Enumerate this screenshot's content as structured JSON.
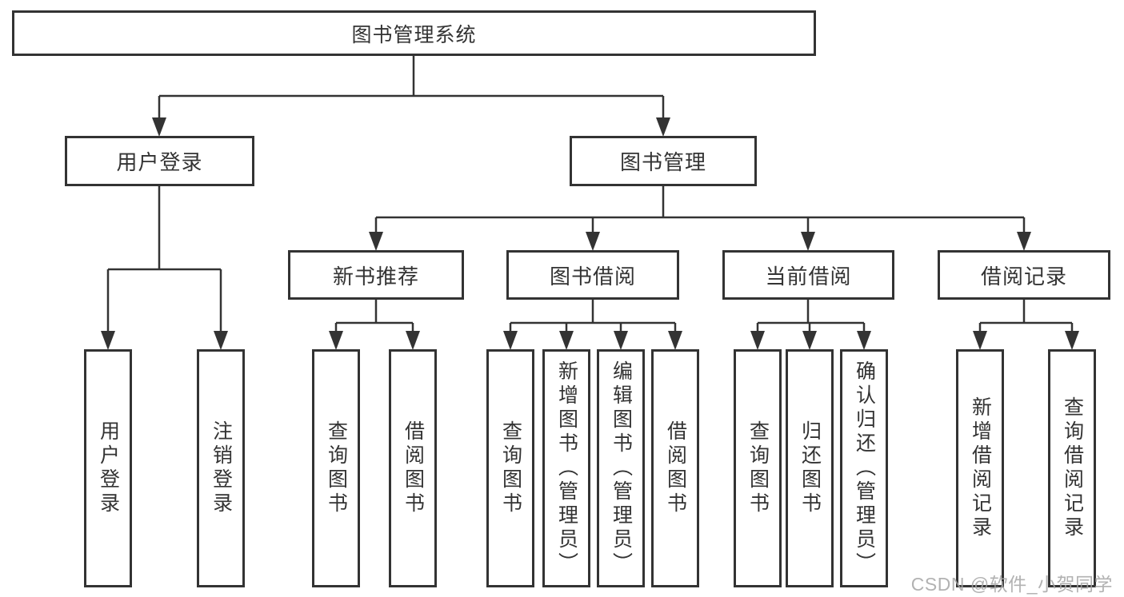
{
  "diagram": {
    "title": "图书管理系统",
    "type": "hierarchy",
    "colors": {
      "background": "#ffffff",
      "box_border": "#333333",
      "line": "#333333",
      "text": "#333333",
      "watermark": "#a4a4a4"
    },
    "nodes": {
      "root": {
        "label": "图书管理系统"
      },
      "user_login": {
        "label": "用户登录"
      },
      "book_mgmt": {
        "label": "图书管理"
      },
      "new_book_rec": {
        "label": "新书推荐"
      },
      "book_borrow": {
        "label": "图书借阅"
      },
      "current_borrow": {
        "label": "当前借阅"
      },
      "borrow_record": {
        "label": "借阅记录"
      },
      "leaf_user_login": {
        "label": "用户登录"
      },
      "leaf_logout": {
        "label": "注销登录"
      },
      "leaf_rec_query_book": {
        "label": "查询图书"
      },
      "leaf_rec_borrow_book": {
        "label": "借阅图书"
      },
      "leaf_bb_query_book": {
        "label": "查询图书"
      },
      "leaf_bb_add_book": {
        "label": "新增图书（管理员）"
      },
      "leaf_bb_edit_book": {
        "label": "编辑图书（管理员）"
      },
      "leaf_bb_borrow_book": {
        "label": "借阅图书"
      },
      "leaf_cb_query_book": {
        "label": "查询图书"
      },
      "leaf_cb_return_book": {
        "label": "归还图书"
      },
      "leaf_cb_confirm_return": {
        "label": "确认归还（管理员）"
      },
      "leaf_br_add_record": {
        "label": "新增借阅记录"
      },
      "leaf_br_query_record": {
        "label": "查询借阅记录"
      }
    },
    "edges": [
      [
        "root",
        "user_login"
      ],
      [
        "root",
        "book_mgmt"
      ],
      [
        "user_login",
        "leaf_user_login"
      ],
      [
        "user_login",
        "leaf_logout"
      ],
      [
        "book_mgmt",
        "new_book_rec"
      ],
      [
        "book_mgmt",
        "book_borrow"
      ],
      [
        "book_mgmt",
        "current_borrow"
      ],
      [
        "book_mgmt",
        "borrow_record"
      ],
      [
        "new_book_rec",
        "leaf_rec_query_book"
      ],
      [
        "new_book_rec",
        "leaf_rec_borrow_book"
      ],
      [
        "book_borrow",
        "leaf_bb_query_book"
      ],
      [
        "book_borrow",
        "leaf_bb_add_book"
      ],
      [
        "book_borrow",
        "leaf_bb_edit_book"
      ],
      [
        "book_borrow",
        "leaf_bb_borrow_book"
      ],
      [
        "current_borrow",
        "leaf_cb_query_book"
      ],
      [
        "current_borrow",
        "leaf_cb_return_book"
      ],
      [
        "current_borrow",
        "leaf_cb_confirm_return"
      ],
      [
        "borrow_record",
        "leaf_br_add_record"
      ],
      [
        "borrow_record",
        "leaf_br_query_record"
      ]
    ],
    "watermark": "CSDN @软件_小贺同学"
  }
}
